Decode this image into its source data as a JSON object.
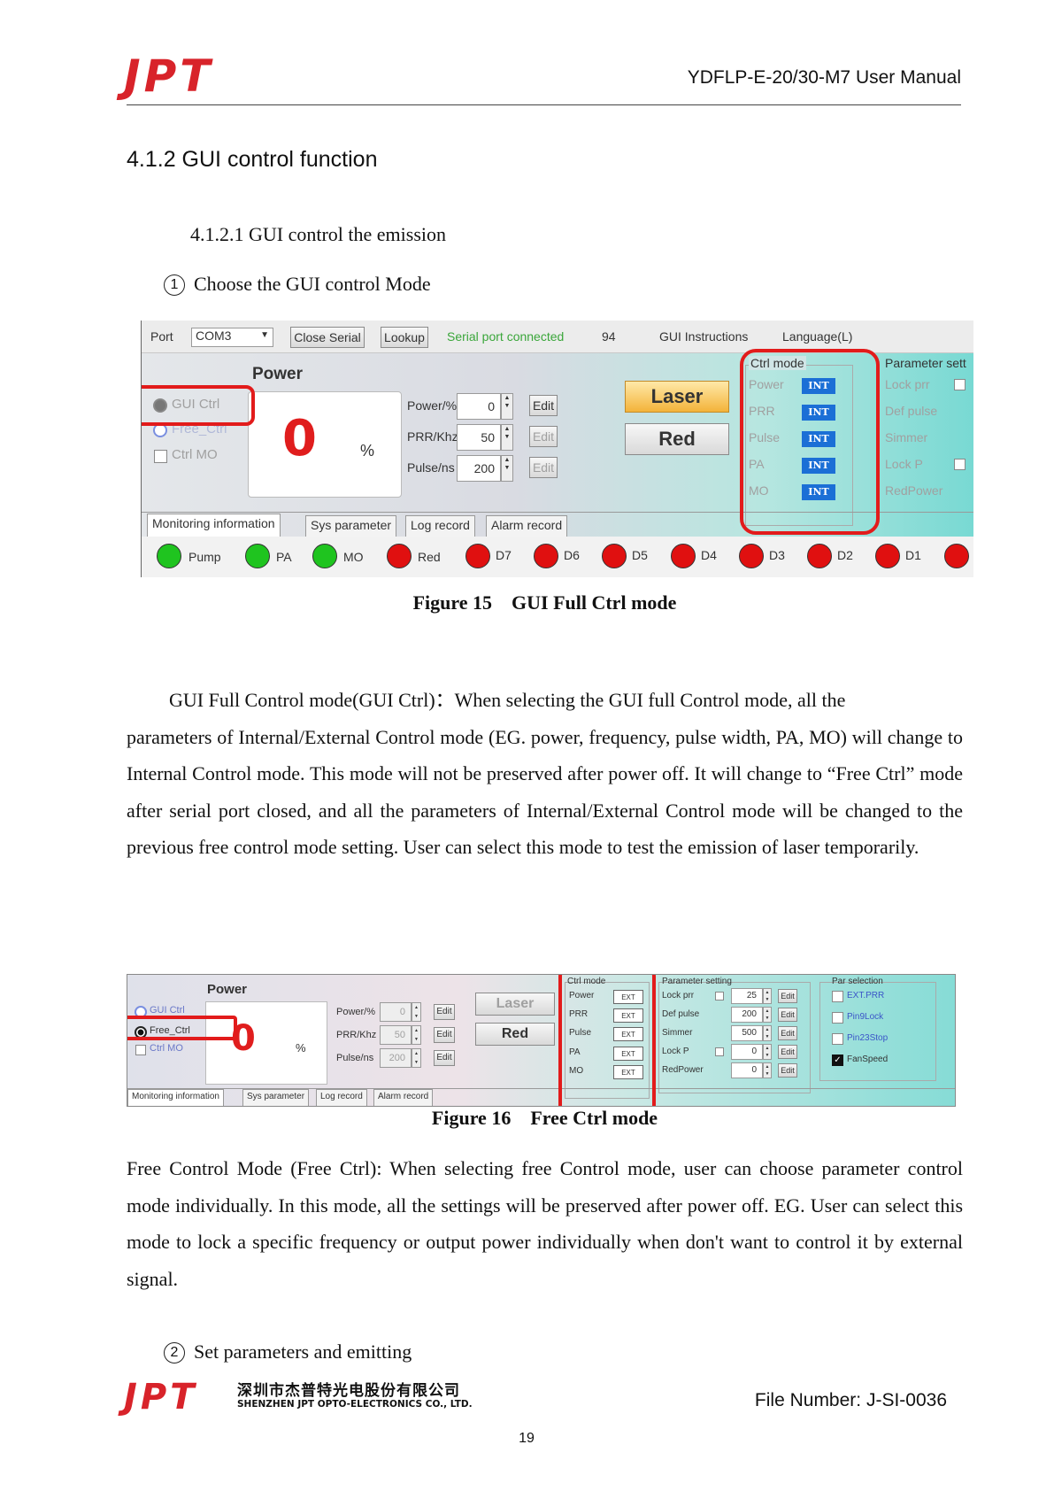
{
  "header": {
    "logo": "JPT",
    "manual_title": "YDFLP-E-20/30-M7 User Manual"
  },
  "section_title": "4.1.2 GUI control function",
  "subsection_title": "4.1.2.1 GUI control the emission",
  "step1": {
    "num": "1",
    "text": "Choose the GUI control Mode"
  },
  "fig15": {
    "top_bar": {
      "port_label": "Port",
      "port_value": "COM3",
      "close_serial": "Close Serial",
      "lookup": "Lookup",
      "status": "Serial port connected",
      "count": "94",
      "instructions": "GUI Instructions",
      "language": "Language(L)"
    },
    "mode_gui_ctrl": "GUI Ctrl",
    "mode_free_ctrl": "Free_Ctrl",
    "mode_ctrl_mo": "Ctrl MO",
    "power_title": "Power",
    "power_value": "0",
    "power_unit": "%",
    "params": [
      {
        "label": "Power/%",
        "value": "0",
        "edit": "Edit"
      },
      {
        "label": "PRR/Khz",
        "value": "50",
        "edit": "Edit"
      },
      {
        "label": "Pulse/ns",
        "value": "200",
        "edit": "Edit"
      }
    ],
    "laser_btn": "Laser",
    "red_btn": "Red",
    "ctrl_mode": {
      "title": "Ctrl mode",
      "rows": [
        {
          "label": "Power",
          "value": "INT"
        },
        {
          "label": "PRR",
          "value": "INT"
        },
        {
          "label": "Pulse",
          "value": "INT"
        },
        {
          "label": "PA",
          "value": "INT"
        },
        {
          "label": "MO",
          "value": "INT"
        }
      ]
    },
    "param_setting": {
      "title": "Parameter sett",
      "items": [
        "Lock prr",
        "Def pulse",
        "Simmer",
        "Lock P",
        "RedPower"
      ]
    },
    "tabs": [
      "Monitoring information",
      "Sys parameter",
      "Log record",
      "Alarm record"
    ],
    "leds": [
      {
        "label": "Pump",
        "color": "#1fc41f"
      },
      {
        "label": "PA",
        "color": "#1fc41f"
      },
      {
        "label": "MO",
        "color": "#1fc41f"
      },
      {
        "label": "Red",
        "color": "#e01010"
      },
      {
        "label": "D7",
        "color": "#e01010"
      },
      {
        "label": "D6",
        "color": "#e01010"
      },
      {
        "label": "D5",
        "color": "#e01010"
      },
      {
        "label": "D4",
        "color": "#e01010"
      },
      {
        "label": "D3",
        "color": "#e01010"
      },
      {
        "label": "D2",
        "color": "#e01010"
      },
      {
        "label": "D1",
        "color": "#e01010"
      },
      {
        "label": "",
        "color": "#e01010"
      }
    ],
    "caption": "Figure 15    GUI Full Ctrl mode"
  },
  "para1": {
    "lead": "GUI Full Control mode(GUI Ctrl)：When selecting the GUI full Control mode, all the",
    "rest": "parameters of Internal/External Control mode (EG. power, frequency, pulse width, PA, MO) will change to Internal Control mode. This mode will not be preserved after power off. It will change to “Free Ctrl” mode after serial port closed, and all the parameters of Internal/External Control mode will be changed to the previous free control mode setting. User can select this mode to test the emission of laser temporarily."
  },
  "fig16": {
    "power_title": "Power",
    "mode_gui_ctrl": "GUI Ctrl",
    "mode_free_ctrl": "Free_Ctrl",
    "mode_ctrl_mo": "Ctrl MO",
    "power_value": "0",
    "power_unit": "%",
    "params": [
      {
        "label": "Power/%",
        "value": "0",
        "edit": "Edit"
      },
      {
        "label": "PRR/Khz",
        "value": "50",
        "edit": "Edit"
      },
      {
        "label": "Pulse/ns",
        "value": "200",
        "edit": "Edit"
      }
    ],
    "laser_btn": "Laser",
    "red_btn": "Red",
    "ctrl_mode": {
      "title": "Ctrl mode",
      "rows": [
        {
          "label": "Power",
          "value": "EXT"
        },
        {
          "label": "PRR",
          "value": "EXT"
        },
        {
          "label": "Pulse",
          "value": "EXT"
        },
        {
          "label": "PA",
          "value": "EXT"
        },
        {
          "label": "MO",
          "value": "EXT"
        }
      ]
    },
    "param_setting": {
      "title": "Parameter setting",
      "rows": [
        {
          "label": "Lock prr",
          "value": "25",
          "edit": "Edit"
        },
        {
          "label": "Def pulse",
          "value": "200",
          "edit": "Edit"
        },
        {
          "label": "Simmer",
          "value": "500",
          "edit": "Edit"
        },
        {
          "label": "Lock P",
          "value": "0",
          "edit": "Edit"
        },
        {
          "label": "RedPower",
          "value": "0",
          "edit": "Edit"
        }
      ]
    },
    "par_selection": {
      "title": "Par selection",
      "items": [
        {
          "label": "EXT.PRR",
          "checked": false
        },
        {
          "label": "Pin9Lock",
          "checked": false
        },
        {
          "label": "Pin23Stop",
          "checked": false
        },
        {
          "label": "FanSpeed",
          "checked": true
        }
      ]
    },
    "tabs": [
      "Monitoring information",
      "Sys parameter",
      "Log record",
      "Alarm record"
    ],
    "caption": "Figure 16    Free Ctrl mode"
  },
  "para2": "Free Control Mode (Free Ctrl): When selecting free Control mode, user can choose parameter control mode individually. In this mode, all the settings will be preserved after power off. EG. User can select this mode to lock a specific frequency or output power individually when don't want to control it by external signal.",
  "step2": {
    "num": "2",
    "text": "Set parameters and emitting"
  },
  "footer": {
    "logo": "JPT",
    "company_cn": "深圳市杰普特光电股份有限公司",
    "company_en": "SHENZHEN JPT OPTO-ELECTRONICS CO., LTD.",
    "file_number": "File Number: J-SI-0036",
    "page": "19"
  }
}
